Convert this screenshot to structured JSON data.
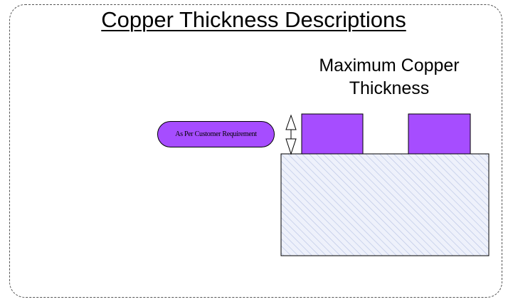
{
  "diagram": {
    "title": "Copper Thickness Descriptions",
    "subtitle_lines": [
      "Maximum Copper",
      "Thickness"
    ],
    "callout_label": "As Per Customer Requirement",
    "colors": {
      "copper": "#a64dff",
      "substrate_fill": "#eef1fb",
      "substrate_hatch": "#b8c4e4",
      "outline": "#000000",
      "frame": "#555555"
    },
    "icons": [
      "double-arrow-icon"
    ]
  }
}
